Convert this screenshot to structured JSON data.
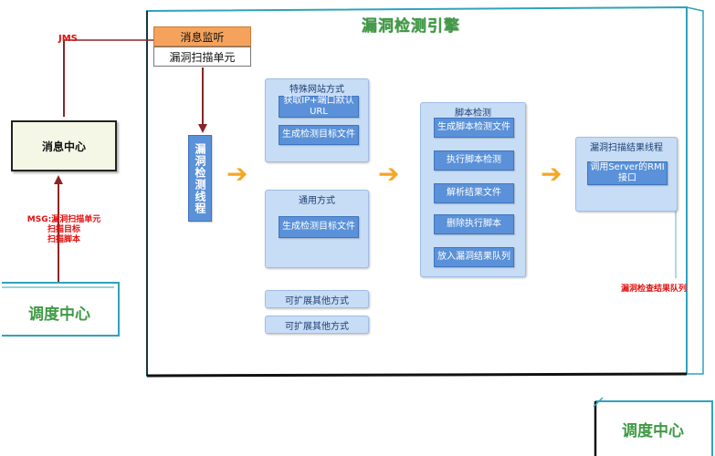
{
  "engine": {
    "title": "漏洞检测引擎"
  },
  "jms_label": "JMS",
  "msg_center": {
    "label": "消息中心"
  },
  "top_boxes": {
    "listen": "消息监听",
    "scan_unit": "漏洞扫描单元"
  },
  "scan_thread": {
    "label": "漏洞检测线程"
  },
  "msg_note": {
    "line1": "MSG:漏洞扫描单元",
    "line2": "扫描目标",
    "line3": "扫描脚本"
  },
  "dispatch_left": {
    "label": "调度中心"
  },
  "dispatch_bottom": {
    "label": "调度中心"
  },
  "special": {
    "title": "特殊网站方式",
    "item1": "获取IP+端口默认URL",
    "item2": "生成检测目标文件"
  },
  "generic": {
    "title": "通用方式",
    "item1": "生成检测目标文件"
  },
  "ext1": {
    "label": "可扩展其他方式"
  },
  "ext2": {
    "label": "可扩展其他方式"
  },
  "script": {
    "title": "脚本检测",
    "steps": [
      "生成脚本检测文件",
      "执行脚本检测",
      "解析结果文件",
      "删除执行脚本",
      "放入漏洞结果队列"
    ]
  },
  "result_thread": {
    "title": "漏洞扫描结果线程",
    "item": "调用Server的RMI接口"
  },
  "queue_label": "漏洞检查结果队列",
  "colors": {
    "accent_blue": "#5a91d8",
    "panel": "#c7dcf5",
    "green": "#3f9a45",
    "orange": "#f5a623",
    "red": "#e01010",
    "dark_red": "#8b2525",
    "teal": "#4aa3b8"
  }
}
